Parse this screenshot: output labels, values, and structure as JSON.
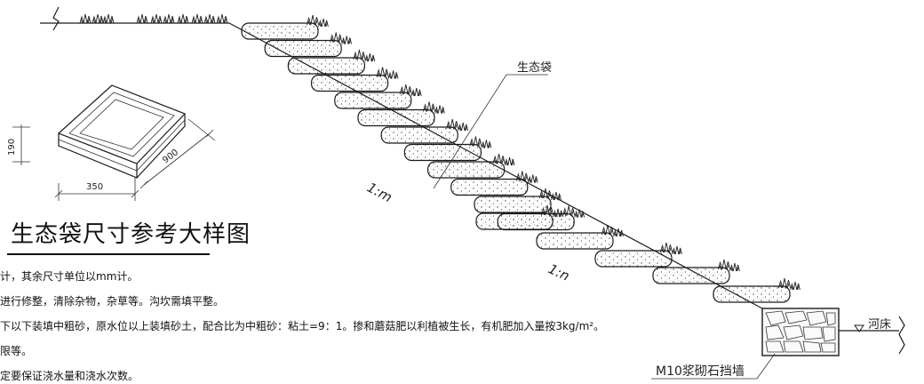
{
  "labels": {
    "ecobag": "生态袋",
    "slope_upper": "1:m",
    "slope_lower": "1:n",
    "riverbed": "▽河床",
    "retaining_wall": "M10浆砌石挡墙",
    "dim_height": "190",
    "dim_width": "350",
    "dim_length": "900"
  },
  "title": "生态袋尺寸参考大样图",
  "notes": [
    "计，其余尺寸单位以mm计。",
    "进行修整，清除杂物，杂草等。沟坎需填平整。",
    "下以下装填中粗砂，原水位以上装填砂土，配合比为中粗砂：粘土=9：1。掺和蘑菇肥以利植被生长，有机肥加入量按3kg/m²。",
    "限等。",
    "定要保证浇水量和浇水次数。"
  ],
  "colors": {
    "line": "#1a1a1a",
    "background": "#ffffff"
  }
}
